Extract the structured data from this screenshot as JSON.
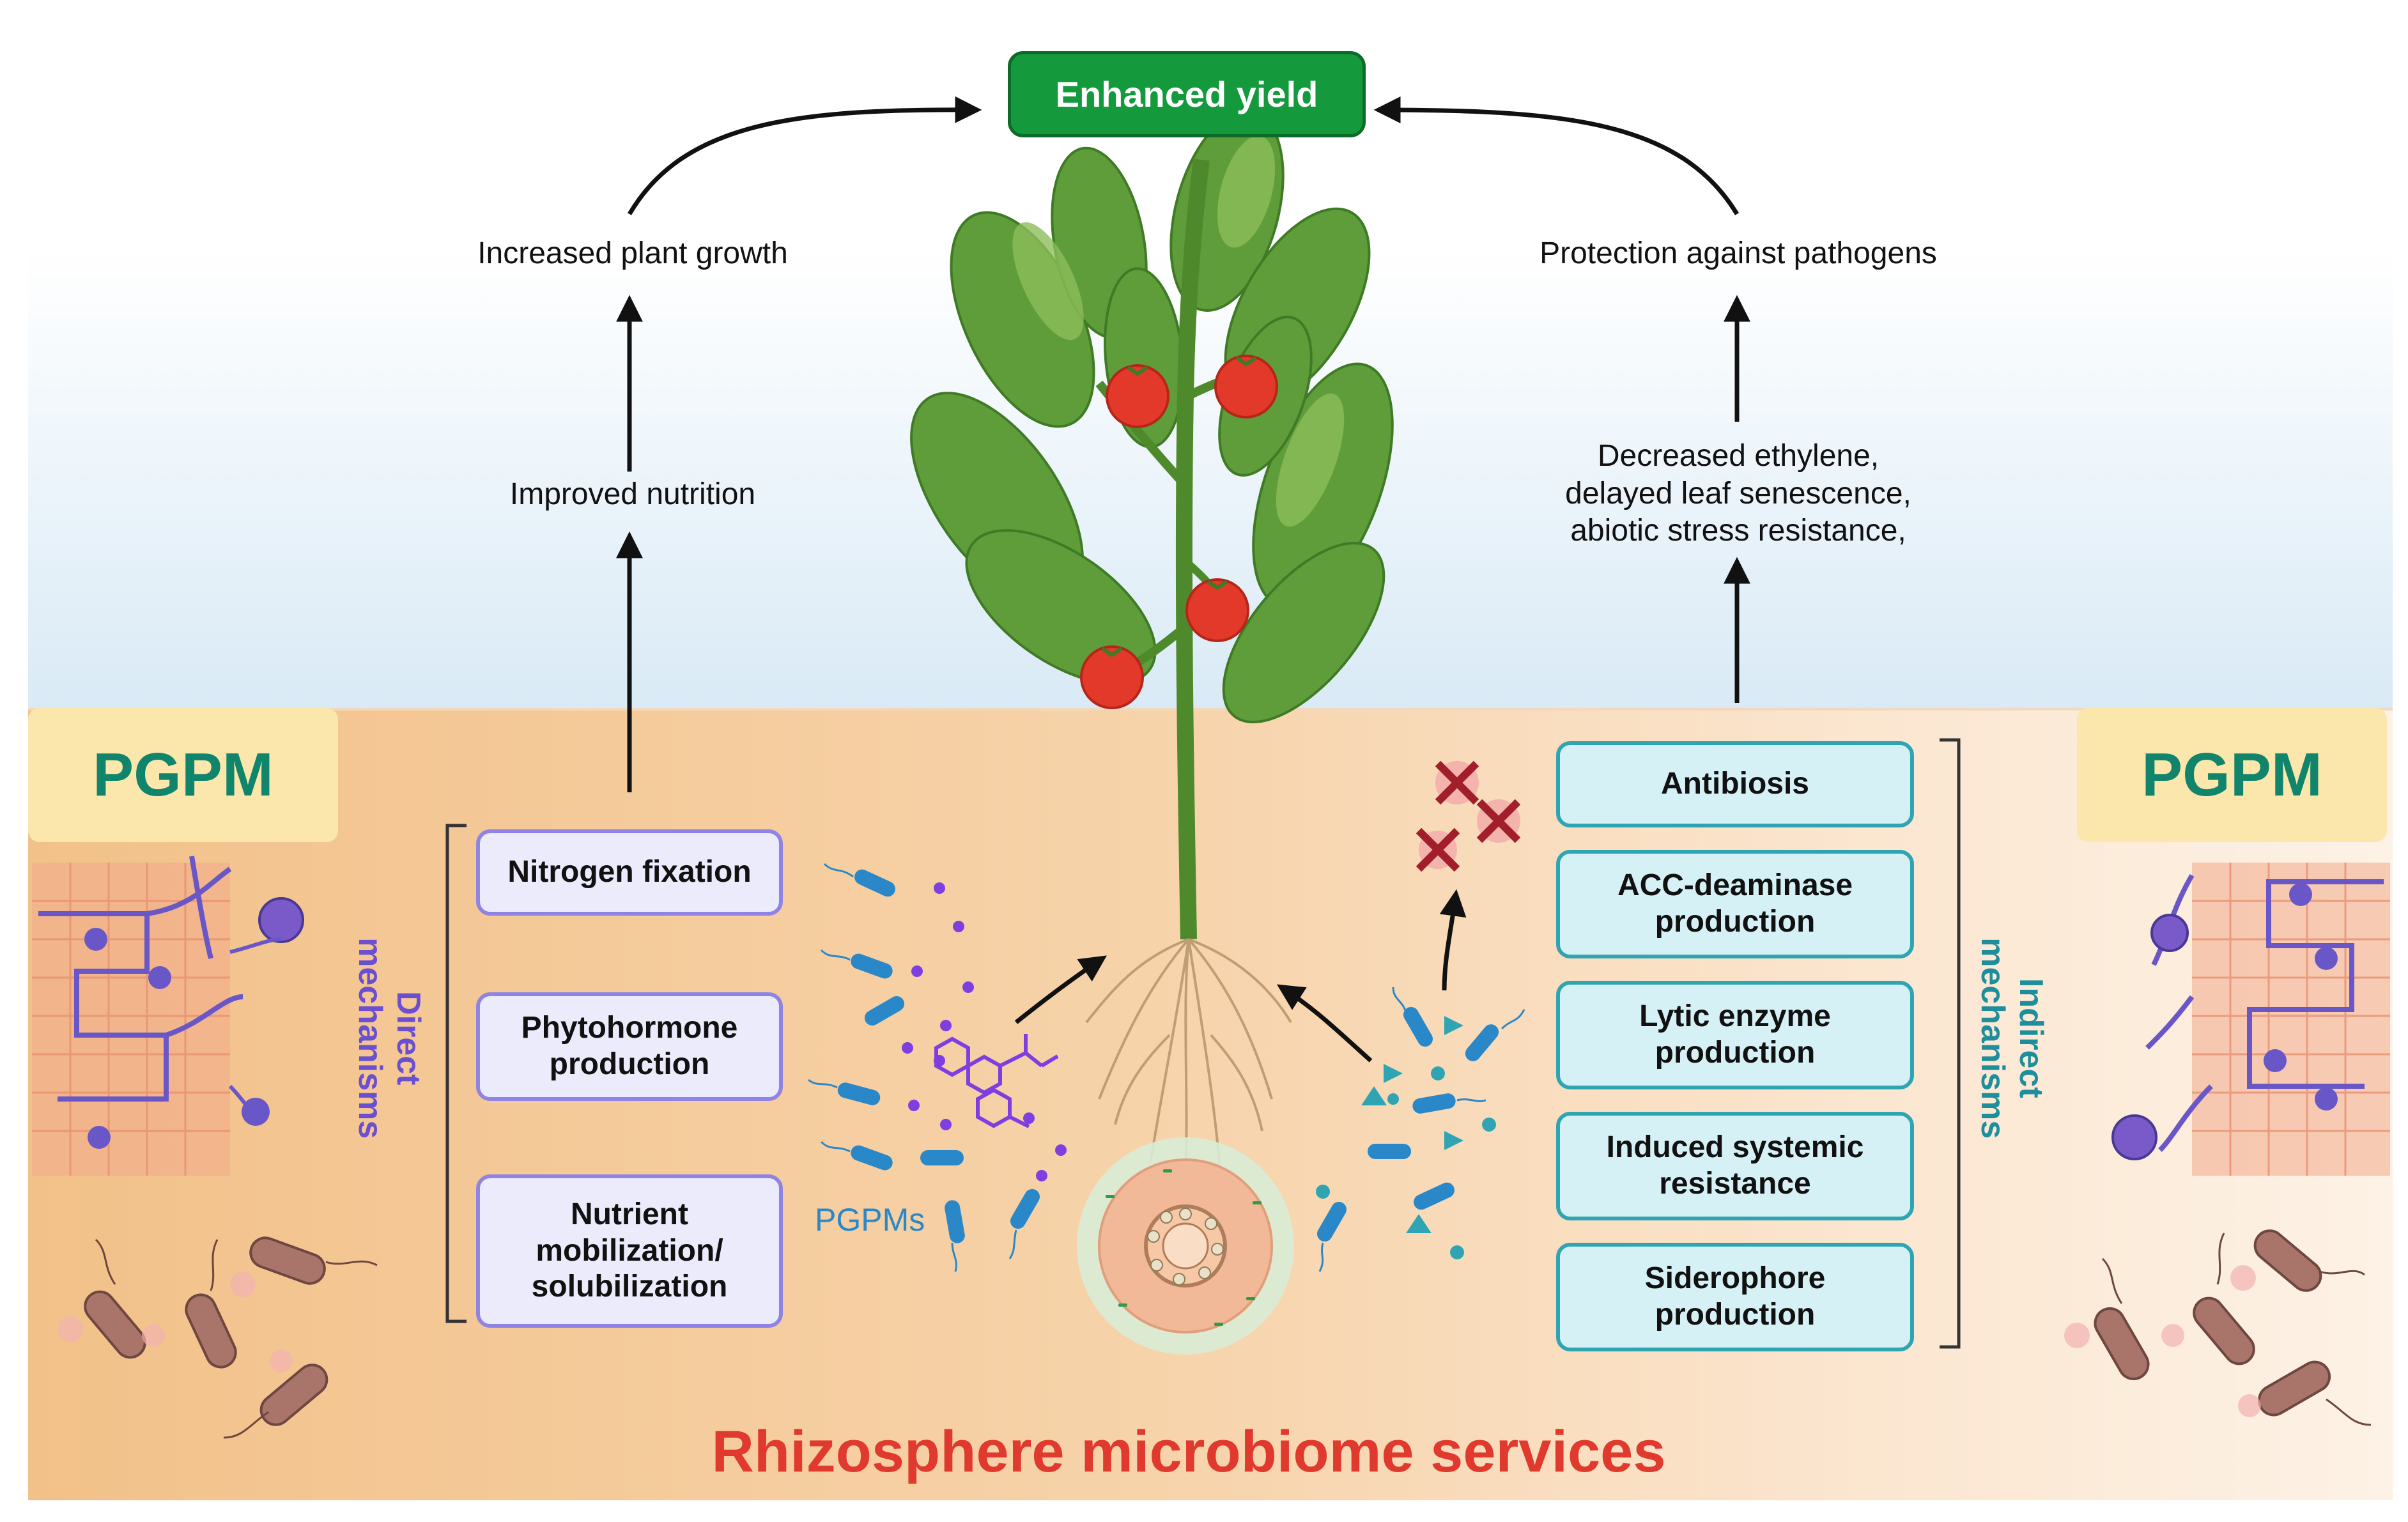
{
  "outcome": {
    "label": "Enhanced yield"
  },
  "left_path": {
    "growth_label": "Increased plant growth",
    "nutrition_label": "Improved nutrition"
  },
  "right_path": {
    "protection_label": "Protection against pathogens",
    "stress_lines": [
      "Decreased ethylene,",
      "delayed leaf senescence,",
      "abiotic stress resistance,"
    ]
  },
  "direct": {
    "heading_lines": [
      "Direct",
      "mechanisms"
    ],
    "items": [
      {
        "lines": [
          "Nitrogen fixation"
        ]
      },
      {
        "lines": [
          "Phytohormone",
          "production"
        ]
      },
      {
        "lines": [
          "Nutrient",
          "mobilization/",
          "solubilization"
        ]
      }
    ]
  },
  "indirect": {
    "heading_lines": [
      "Indirect",
      "mechanisms"
    ],
    "items": [
      {
        "lines": [
          "Antibiosis"
        ]
      },
      {
        "lines": [
          "ACC-deaminase",
          "production"
        ]
      },
      {
        "lines": [
          "Lytic enzyme",
          "production"
        ]
      },
      {
        "lines": [
          "Induced systemic",
          "resistance"
        ]
      },
      {
        "lines": [
          "Siderophore",
          "production"
        ]
      }
    ]
  },
  "pgpm_left": "PGPM",
  "pgpm_right": "PGPM",
  "pgpms_label": "PGPMs",
  "footer_title": "Rhizosphere microbiome services",
  "colors": {
    "title_red": "#e03a2e",
    "yield_green": "#149a3c",
    "direct_purple": "#8f84e3",
    "indirect_teal": "#2fa5b3",
    "pgpm_green": "#10856c"
  }
}
